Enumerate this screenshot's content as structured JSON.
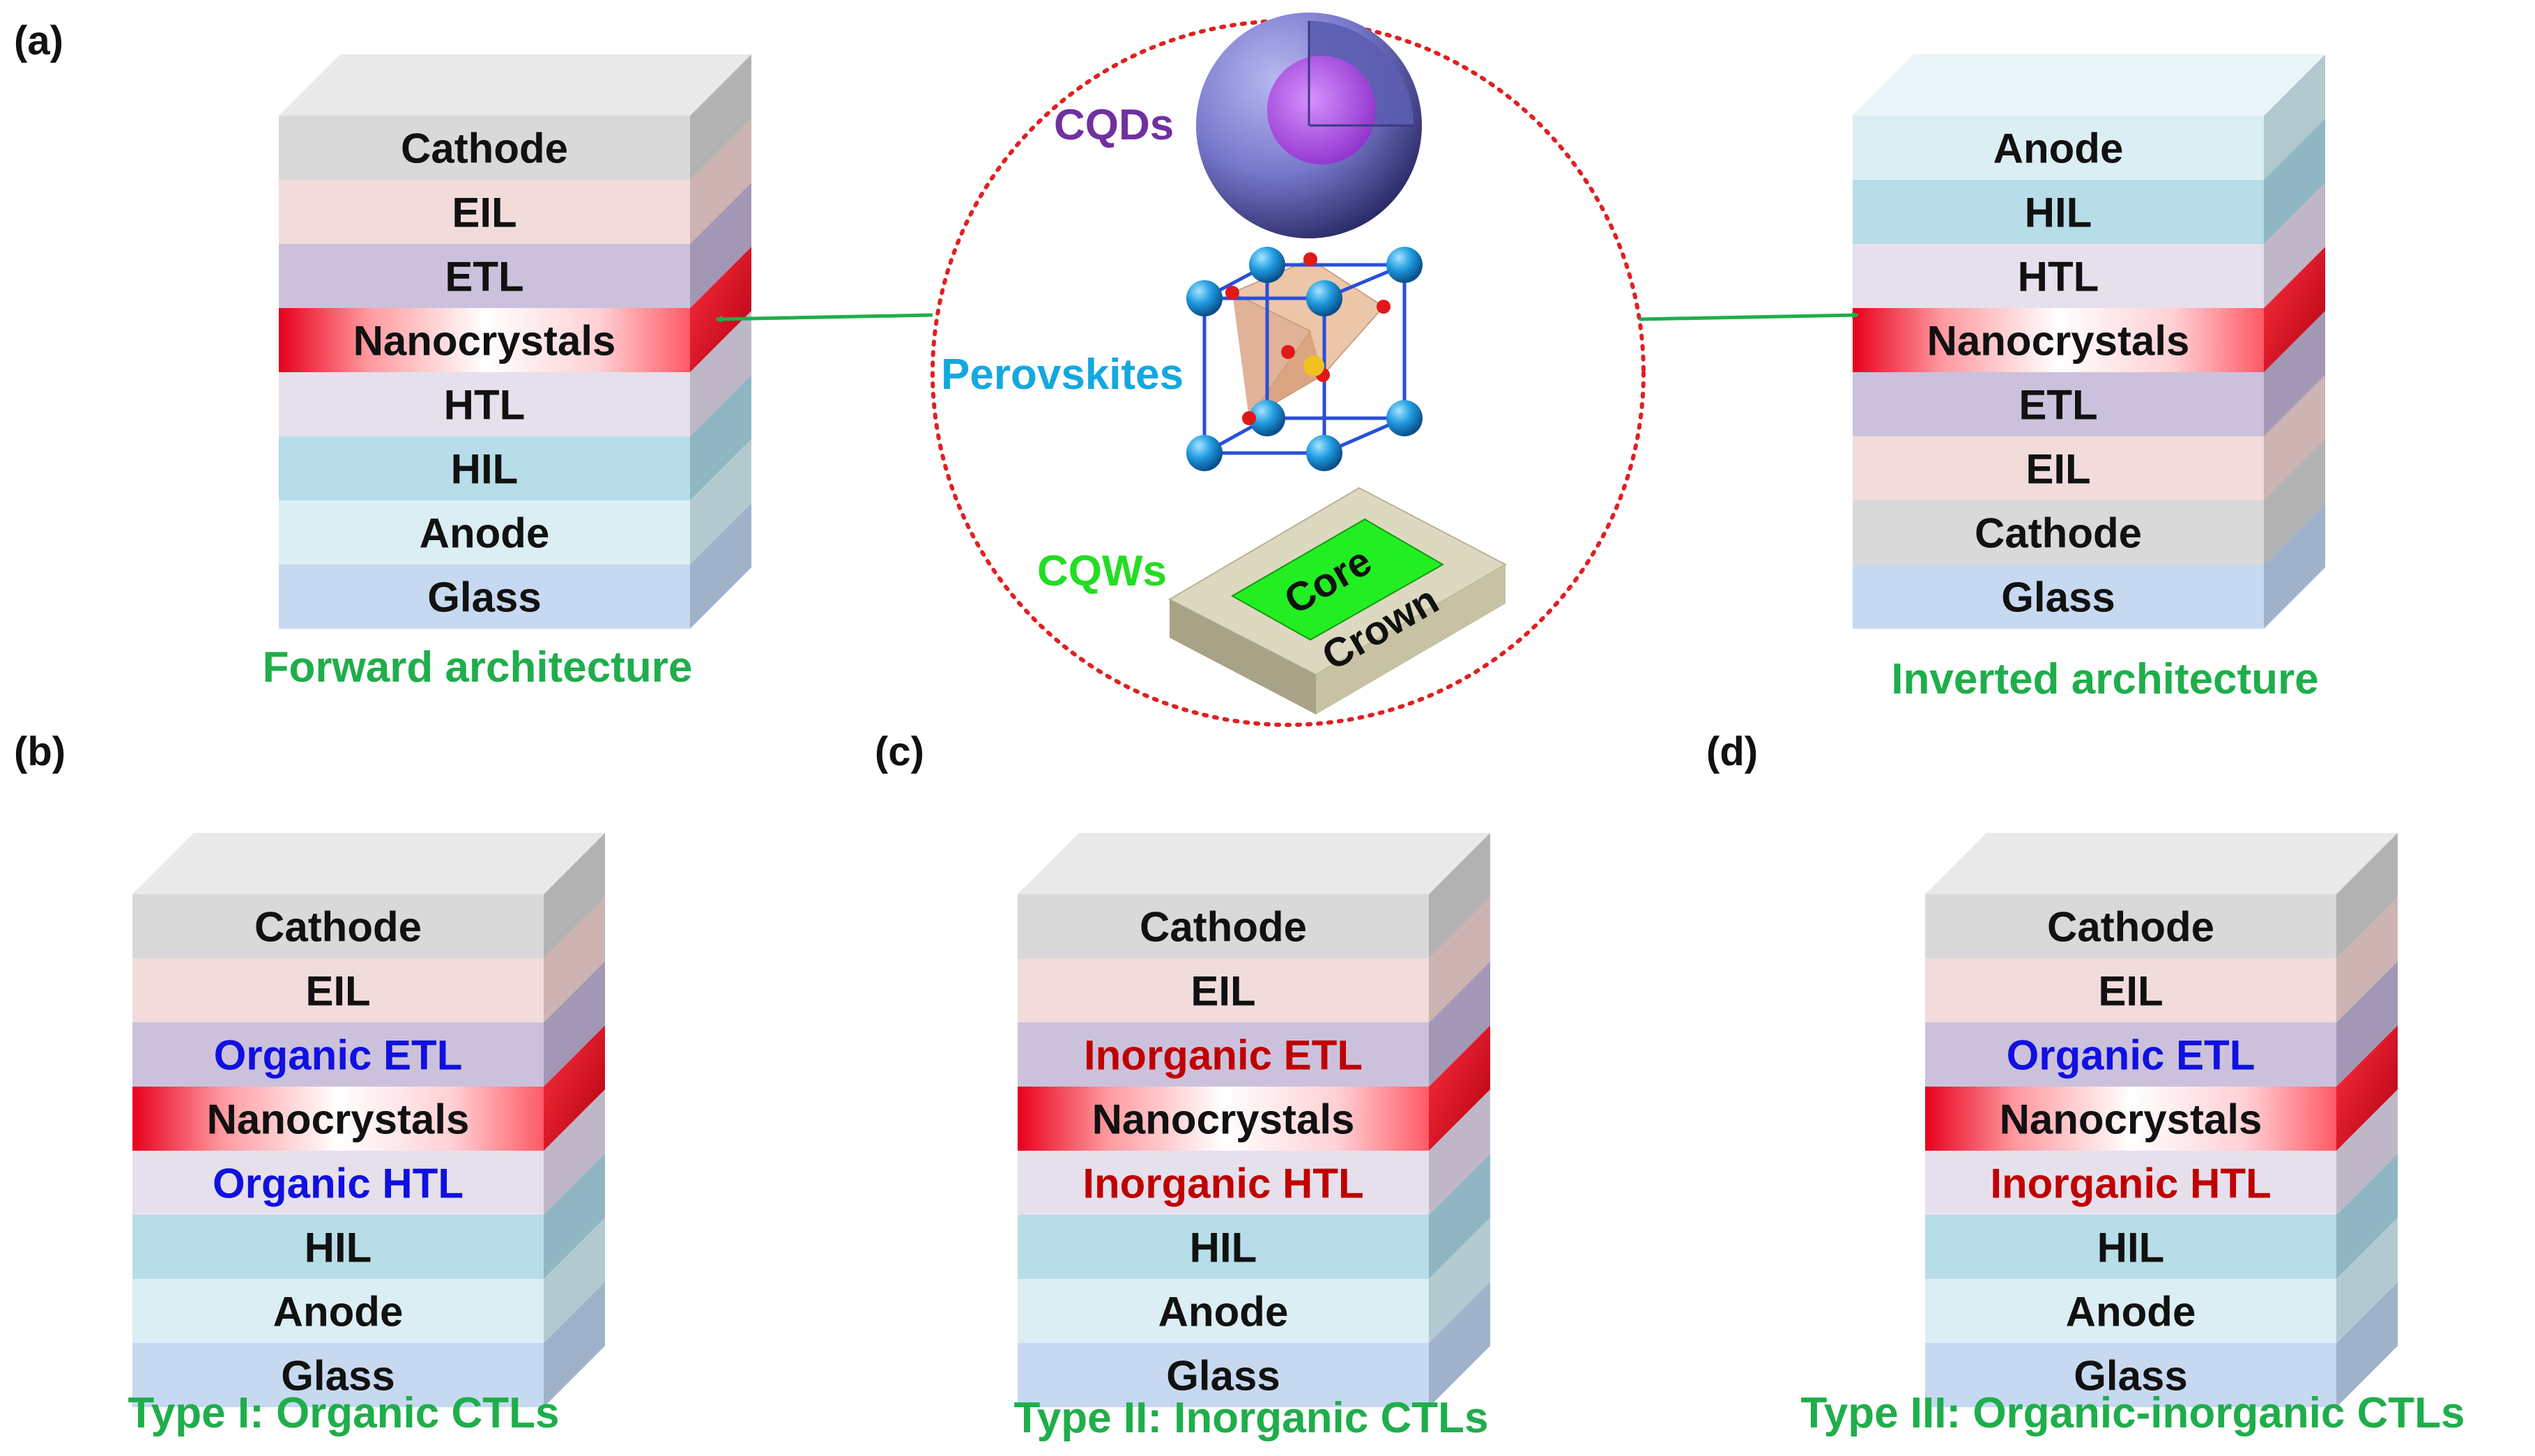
{
  "panels": {
    "a": {
      "label": "(a)",
      "forward": {
        "caption": "Forward architecture",
        "layers": [
          {
            "name": "Cathode",
            "kind": "cathode"
          },
          {
            "name": "EIL",
            "kind": "eil"
          },
          {
            "name": "ETL",
            "kind": "etl"
          },
          {
            "name": "Nanocrystals",
            "kind": "nc"
          },
          {
            "name": "HTL",
            "kind": "htl"
          },
          {
            "name": "HIL",
            "kind": "hil"
          },
          {
            "name": "Anode",
            "kind": "anode"
          },
          {
            "name": "Glass",
            "kind": "glass"
          }
        ]
      },
      "inverted": {
        "caption": "Inverted architecture",
        "layers": [
          {
            "name": "Anode",
            "kind": "anode"
          },
          {
            "name": "HIL",
            "kind": "hil"
          },
          {
            "name": "HTL",
            "kind": "htl"
          },
          {
            "name": "Nanocrystals",
            "kind": "nc"
          },
          {
            "name": "ETL",
            "kind": "etl"
          },
          {
            "name": "EIL",
            "kind": "eil"
          },
          {
            "name": "Cathode",
            "kind": "cathode"
          },
          {
            "name": "Glass",
            "kind": "glass"
          }
        ]
      },
      "center": {
        "cqds_label": "CQDs",
        "perovskites_label": "Perovskites",
        "cqws_label": "CQWs",
        "core_label": "Core",
        "crown_label": "Crown"
      }
    },
    "b": {
      "label": "(b)",
      "caption": "Type I: Organic CTLs",
      "layers": [
        {
          "name": "Cathode",
          "kind": "cathode"
        },
        {
          "name": "EIL",
          "kind": "eil"
        },
        {
          "name": "Organic ETL",
          "kind": "etl",
          "text_color": "#1010e0"
        },
        {
          "name": "Nanocrystals",
          "kind": "nc"
        },
        {
          "name": "Organic HTL",
          "kind": "htl",
          "text_color": "#1010e0"
        },
        {
          "name": "HIL",
          "kind": "hil"
        },
        {
          "name": "Anode",
          "kind": "anode"
        },
        {
          "name": "Glass",
          "kind": "glass"
        }
      ]
    },
    "c": {
      "label": "(c)",
      "caption": "Type II: Inorganic CTLs",
      "layers": [
        {
          "name": "Cathode",
          "kind": "cathode"
        },
        {
          "name": "EIL",
          "kind": "eil"
        },
        {
          "name": "Inorganic ETL",
          "kind": "etl",
          "text_color": "#c00000"
        },
        {
          "name": "Nanocrystals",
          "kind": "nc"
        },
        {
          "name": "Inorganic HTL",
          "kind": "htl",
          "text_color": "#c00000"
        },
        {
          "name": "HIL",
          "kind": "hil"
        },
        {
          "name": "Anode",
          "kind": "anode"
        },
        {
          "name": "Glass",
          "kind": "glass"
        }
      ]
    },
    "d": {
      "label": "(d)",
      "caption": "Type III: Organic-inorganic  CTLs",
      "layers": [
        {
          "name": "Cathode",
          "kind": "cathode"
        },
        {
          "name": "EIL",
          "kind": "eil"
        },
        {
          "name": "Organic ETL",
          "kind": "etl",
          "text_color": "#1010e0"
        },
        {
          "name": "Nanocrystals",
          "kind": "nc"
        },
        {
          "name": "Inorganic HTL",
          "kind": "htl",
          "text_color": "#c00000"
        },
        {
          "name": "HIL",
          "kind": "hil"
        },
        {
          "name": "Anode",
          "kind": "anode"
        },
        {
          "name": "Glass",
          "kind": "glass"
        }
      ]
    }
  },
  "colors": {
    "caption_green": "#1fae4b",
    "arrow_green": "#1fae4b",
    "circle_red": "#e02020",
    "cqds_purple": "#7030a0",
    "perovskites_blue": "#14a8e0",
    "cqws_green": "#22dd22",
    "default_text": "#111111"
  }
}
